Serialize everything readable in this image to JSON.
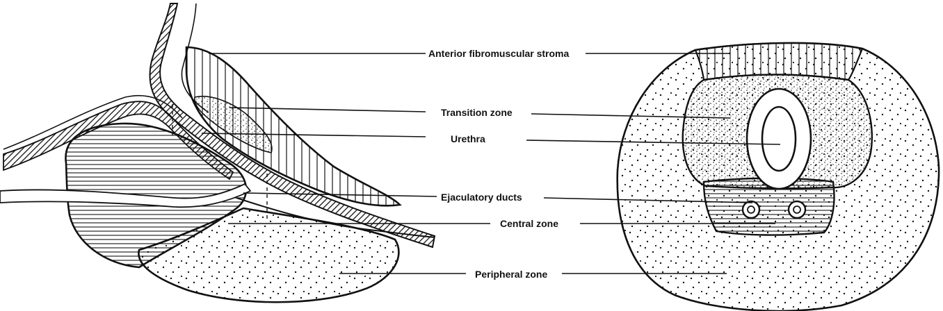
{
  "labels": {
    "anterior_fibromuscular_stroma": "Anterior fibromuscular stroma",
    "transition_zone": "Transition zone",
    "urethra": "Urethra",
    "ejaculatory_ducts": "Ejaculatory ducts",
    "central_zone": "Central zone",
    "peripheral_zone": "Peripheral zone"
  },
  "colors": {
    "ink": "#111111",
    "paper": "#ffffff"
  }
}
